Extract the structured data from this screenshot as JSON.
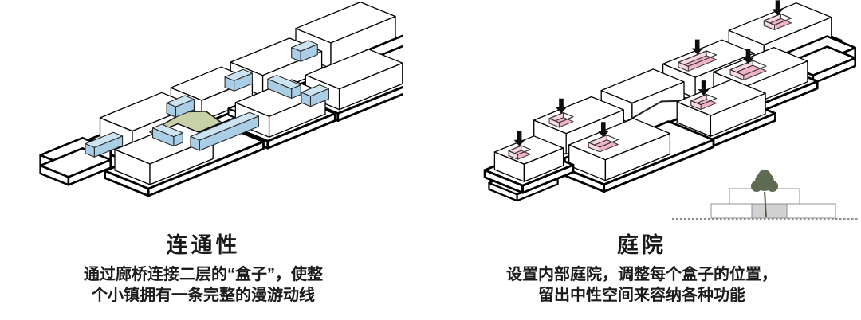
{
  "page": {
    "background": "#ffffff"
  },
  "panels": [
    {
      "id": "connectivity",
      "title": "连通性",
      "caption_lines": [
        "通过廊桥连接二层的“盒子”，使整",
        "个小镇拥有一条完整的漫游动线"
      ],
      "diagram_type": "axonometric-building-masses-linked-by-bridges",
      "legend": {
        "mass": "#ffffff",
        "outline": "#000000",
        "bridge_top": "#cde4f3",
        "bridge_side": "#a9cee6",
        "plaza": "#c9d1a9",
        "icons": [
          "bridge",
          "plaza"
        ]
      }
    },
    {
      "id": "courtyard",
      "title": "庭院",
      "caption_lines": [
        "设置内部庭院，调整每个盒子的位置，",
        "留出中性空间来容纳各种功能"
      ],
      "diagram_type": "axonometric-building-masses-with-sunken-courtyards",
      "legend": {
        "mass": "#ffffff",
        "outline": "#000000",
        "courtyard": "#f2b3c7",
        "courtyard_wall": "#f8d7e1",
        "arrow": "#0d0d0d",
        "icons": [
          "arrow-down",
          "courtyard"
        ]
      },
      "section_inset": {
        "ground": "#d2d2d2",
        "tree": "#5e6b50",
        "trunk": "#55543f",
        "ground_line": "#8a8a8a",
        "wall_stroke": "#8f8f8f"
      }
    }
  ]
}
